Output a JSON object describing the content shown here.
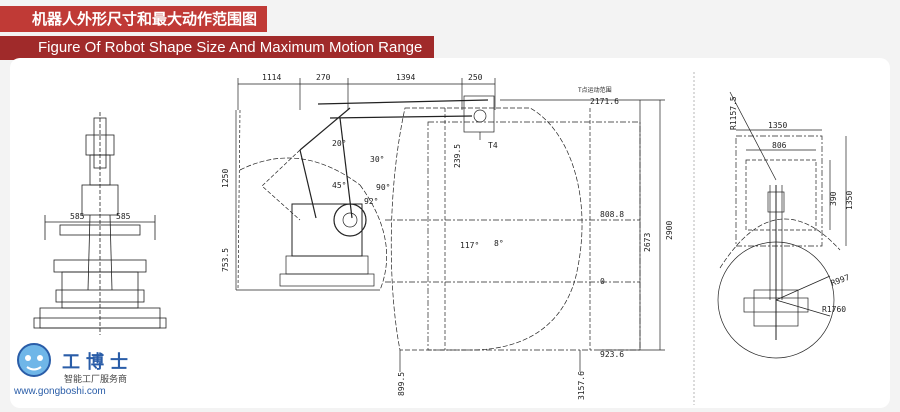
{
  "header": {
    "title_cn": "机器人外形尺寸和最大动作范围图",
    "title_en": "Figure Of Robot Shape Size And Maximum Motion Range"
  },
  "front_view": {
    "dims": {
      "left": "585",
      "right": "585"
    }
  },
  "side_view": {
    "top_dims": [
      "1114",
      "270",
      "1394",
      "250"
    ],
    "t_label": "T点运动范围",
    "t4": "T4",
    "angles": [
      "20°",
      "30°",
      "45°",
      "90°",
      "92°",
      "117°",
      "8°"
    ],
    "left_dims": [
      "1250",
      "753.5"
    ],
    "right_dims": [
      "2171.6",
      "239.5",
      "808.8",
      "2673",
      "2900",
      "0",
      "923.6"
    ],
    "bottom_dims": [
      "899.5",
      "3157.6"
    ]
  },
  "top_view": {
    "dims": [
      "1350",
      "806",
      "1350",
      "390",
      "R1157.5",
      "R1760",
      "R997"
    ]
  },
  "logo": {
    "cn": "工博士",
    "sub": "智能工厂服务商",
    "url": "www.gongboshi.com"
  }
}
